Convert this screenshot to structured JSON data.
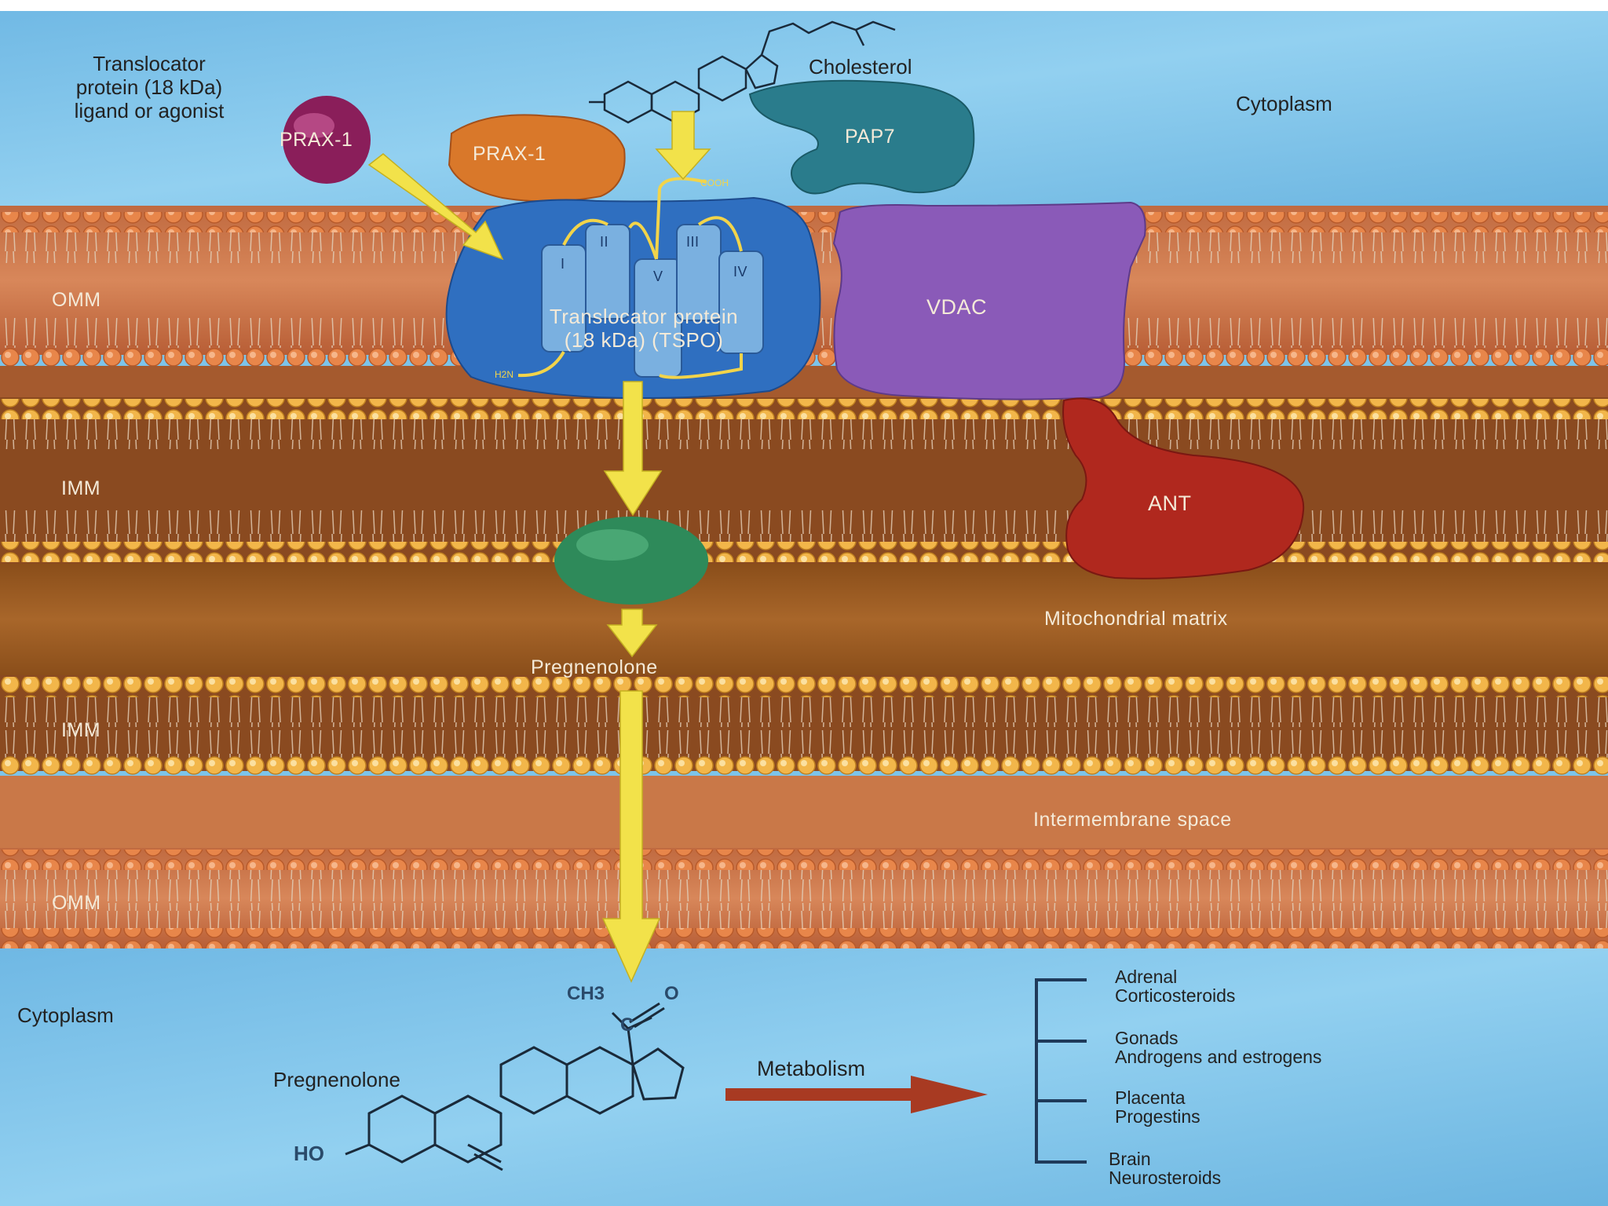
{
  "labels": {
    "tspo_ligand": "Translocator protein (18 kDa) ligand or agonist",
    "tspo_ligand_lines": [
      "Translocator",
      "protein (18 kDa)",
      "ligand or agonist"
    ],
    "cholesterol": "Cholesterol",
    "cytoplasm_top": "Cytoplasm",
    "prax1_ball": "PRAX-1",
    "prax1_blob": "PRAX-1",
    "pap7": "PAP7",
    "vdac": "VDAC",
    "ant": "ANT",
    "tspo": "Translocator protein (18 kDa) (TSPO)",
    "tspo_lines": [
      "Translocator protein",
      "(18 kDa) (TSPO)"
    ],
    "helices": [
      "I",
      "II",
      "III",
      "IV",
      "V"
    ],
    "cooh": "COOH",
    "nh2": "H2N",
    "omm_top": "OMM",
    "imm_top": "IMM",
    "matrix": "Mitochondrial matrix",
    "pregnenolone_mid": "Pregnenolone",
    "imm_bottom": "IMM",
    "intermembrane": "Intermembrane space",
    "omm_bottom": "OMM",
    "cytoplasm_bottom": "Cytoplasm",
    "pregnenolone_struct": "Pregnenolone",
    "ho": "HO",
    "ch3": "CH3",
    "c_atom": "C",
    "o_atom": "O",
    "metabolism": "Metabolism"
  },
  "outputs": [
    {
      "organ": "Adrenal",
      "product": "Corticosteroids"
    },
    {
      "organ": "Gonads",
      "product": "Androgens and estrogens"
    },
    {
      "organ": "Placenta",
      "product": "Progestins"
    },
    {
      "organ": "Brain",
      "product": "Neurosteroids"
    }
  ],
  "colors": {
    "cytoplasm": "#7cc4ea",
    "lipid_head": "#e8864a",
    "lipid_head_yellow": "#f2b64a",
    "omm_band": "#c9704a",
    "matrix": "#9a5a22",
    "tspo": "#2f6fc0",
    "vdac": "#8a5ab8",
    "ant": "#b0281e",
    "pap7": "#2a7c8c",
    "prax_ball": "#8a1e5a",
    "prax_blob": "#d9782a",
    "arrow": "#f2e24a",
    "metabolism_arrow": "#a83a22",
    "green_enzyme": "#2e8a5a"
  }
}
